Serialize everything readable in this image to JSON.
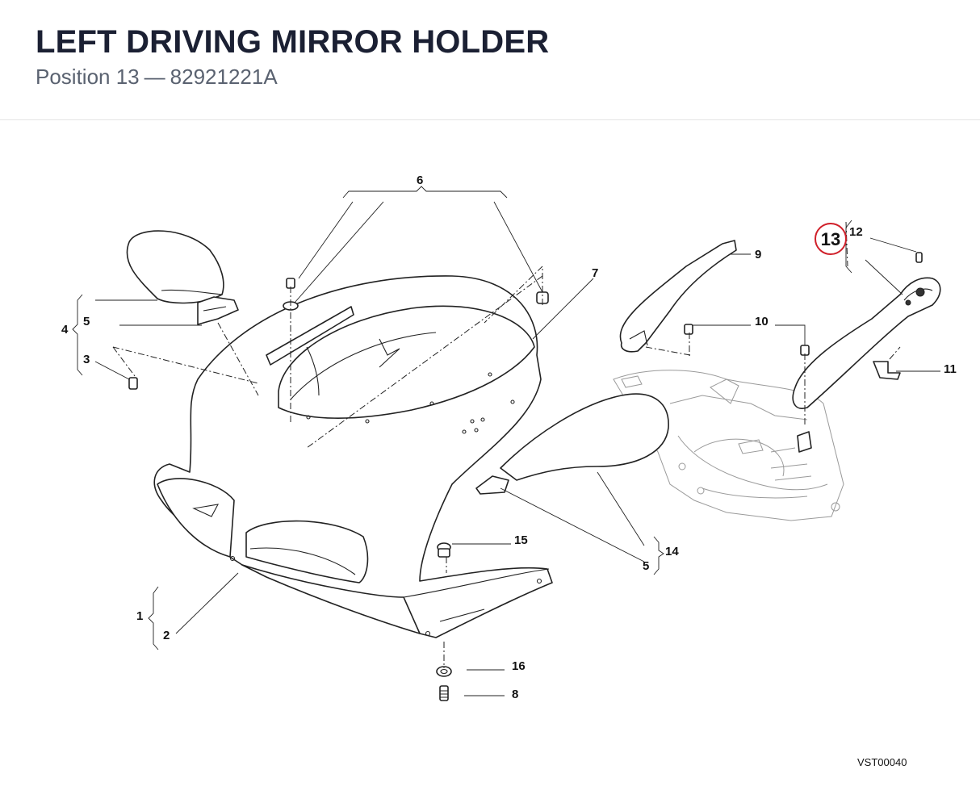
{
  "header": {
    "title": "LEFT DRIVING MIRROR HOLDER",
    "position_label": "Position 13",
    "separator": "—",
    "part_number": "82921221A"
  },
  "highlight": {
    "callout": "13",
    "color": "#d0202a"
  },
  "callouts": {
    "c1": "1",
    "c2": "2",
    "c3": "3",
    "c4": "4",
    "c5a": "5",
    "c5b": "5",
    "c6": "6",
    "c7": "7",
    "c8": "8",
    "c9": "9",
    "c10": "10",
    "c11": "11",
    "c12": "12",
    "c14": "14",
    "c15": "15",
    "c16": "16"
  },
  "drawing_code": "VST00040",
  "colors": {
    "title": "#1b2033",
    "subtitle": "#5a6270",
    "line": "#222222"
  }
}
